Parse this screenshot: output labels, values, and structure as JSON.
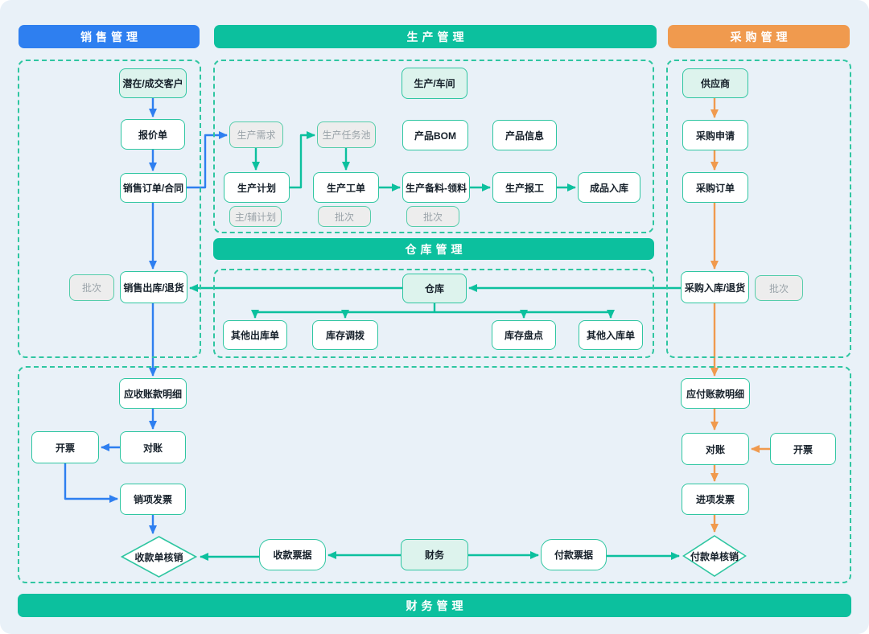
{
  "headers": {
    "sales": "销售管理",
    "production": "生产管理",
    "purchase": "采购管理",
    "warehouse": "仓库管理",
    "finance": "财务管理"
  },
  "nodes": {
    "potential_customer": "潜在/成交客户",
    "quotation": "报价单",
    "sales_order": "销售订单/合同",
    "batch_sales_outbound": "批次",
    "sales_outbound": "销售出库/退货",
    "production_workshop": "生产/车间",
    "production_demand": "生产需求",
    "production_task_pool": "生产任务池",
    "product_bom": "产品BOM",
    "product_info": "产品信息",
    "production_plan": "生产计划",
    "production_work_order": "生产工单",
    "production_picking": "生产备料-领料",
    "production_report": "生产报工",
    "finished_goods_inbound": "成品入库",
    "main_aux_plan": "主/辅计划",
    "batch_work_order": "批次",
    "batch_picking": "批次",
    "warehouse": "仓库",
    "other_outbound": "其他出库单",
    "inventory_transfer": "库存调拨",
    "inventory_count": "库存盘点",
    "other_inbound": "其他入库单",
    "supplier": "供应商",
    "purchase_request": "采购申请",
    "purchase_order": "采购订单",
    "purchase_inbound": "采购入库/退货",
    "batch_purchase_inbound": "批次",
    "receivable_detail": "应收账款明细",
    "reconciliation_receivable": "对账",
    "invoicing_receivable": "开票",
    "sales_invoice": "销项发票",
    "receipt_writeoff": "收款单核销",
    "receipt_note": "收款票据",
    "finance_dept": "财务",
    "payment_note": "付款票据",
    "payment_writeoff": "付款单核销",
    "payable_detail": "应付账款明细",
    "reconciliation_payable": "对账",
    "invoicing_payable": "开票",
    "purchase_invoice": "进项发票"
  },
  "colors": {
    "sales_blue": "#2e7ff0",
    "production_teal": "#0cc09e",
    "purchase_orange": "#f09a4e",
    "border_teal": "#2fc6a1",
    "mint_fill": "#ddf3ed",
    "gray_fill": "#ededed",
    "gray_text": "#9aa3a9",
    "background": "#e9f1f8"
  }
}
